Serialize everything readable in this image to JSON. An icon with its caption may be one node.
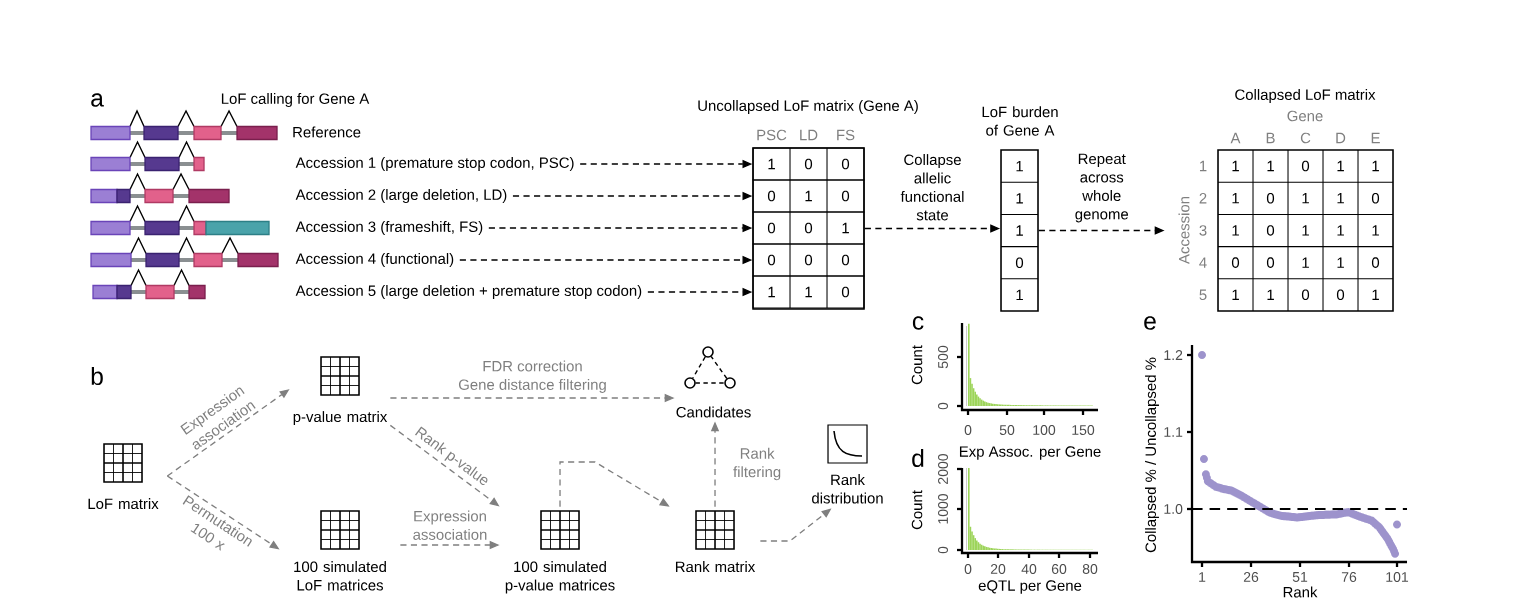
{
  "diagram": {
    "nodes": [
      {
        "text": [
          "Accession 1 (premature stop codon, PSC)"
        ]
      },
      {
        "text": [
          "Accession 2 (large deletion, LD)"
        ]
      },
      {
        "text": [
          "Accession 3 (frameshift, FS)"
        ]
      },
      {
        "text": [
          "Accession 4 (functional)"
        ]
      },
      {
        "text": [
          "Accession 5 (large deletion + premature stop codon)"
        ]
      },
      {
        "text": [
          "Uncollapsed LoF matrix (Gene A)",
          "PSC",
          "LD",
          "FS"
        ]
      },
      {
        "text": [
          "1",
          "0",
          "0"
        ],
        "in": 5
      },
      {
        "text": [
          "0",
          "1",
          "0"
        ],
        "in": 5
      },
      {
        "text": [
          "0",
          "0",
          "1"
        ],
        "in": 5
      },
      {
        "text": [
          "0",
          "0",
          "0"
        ],
        "in": 5
      },
      {
        "text": [
          "1",
          "1",
          "0"
        ],
        "in": 5
      },
      {
        "text": [
          "LoF burden of Gene A",
          "1",
          "1",
          "1",
          "0",
          "1"
        ]
      },
      {
        "text": [
          "Collapsed LoF matrix",
          "Gene",
          "A",
          "B",
          "C",
          "D",
          "E",
          "Accession",
          "1",
          "2",
          "3",
          "4",
          "5",
          "1",
          "1",
          "0",
          "1",
          "1",
          "1",
          "0",
          "1",
          "1",
          "0",
          "1",
          "0",
          "1",
          "1",
          "1",
          "0",
          "0",
          "1",
          "1",
          "0",
          "1",
          "1",
          "0",
          "0",
          "1"
        ]
      },
      {
        "text": [
          "LoF matrix"
        ]
      },
      {
        "text": [
          "p-value matrix"
        ]
      },
      {
        "text": [
          "Candidates"
        ]
      },
      {
        "text": [
          "100 simulated LoF matrices"
        ]
      },
      {
        "text": [
          "100 simulated p-value matrices"
        ]
      },
      {
        "text": [
          "Rank matrix"
        ]
      },
      {
        "text": [
          "Rank distribution"
        ]
      }
    ],
    "edges": [
      {
        "from": 0,
        "to": 6,
        "arrow": "to",
        "color": "#000000"
      },
      {
        "from": 1,
        "to": 7,
        "arrow": "to",
        "color": "#000000"
      },
      {
        "from": 2,
        "to": 8,
        "arrow": "to",
        "color": "#000000"
      },
      {
        "from": 3,
        "to": 9,
        "arrow": "to",
        "color": "#000000"
      },
      {
        "from": 4,
        "to": 10,
        "arrow": "to",
        "color": "#000000"
      },
      {
        "from": 5,
        "to": 11,
        "arrow": "to",
        "label": "Collapse allelic functional state",
        "color": "#000000"
      },
      {
        "from": 11,
        "to": 12,
        "arrow": "to",
        "label": "Repeat across whole genome",
        "color": "#000000"
      },
      {
        "from": 13,
        "to": 14,
        "arrow": "to",
        "label": "Expression association"
      },
      {
        "from": 13,
        "to": 16,
        "arrow": "to",
        "label": "Permutation 100 x"
      },
      {
        "from": 14,
        "to": 15,
        "arrow": "to",
        "label": "FDR correction Gene distance filtering"
      },
      {
        "from": 14,
        "to": 17,
        "arrow": "to",
        "label": "Rank p-value"
      },
      {
        "from": 16,
        "to": 17,
        "arrow": "to",
        "label": "Expression association"
      },
      {
        "from": 17,
        "to": 18,
        "arrow": "to"
      },
      {
        "from": 18,
        "to": 15,
        "arrow": "to",
        "label": "Rank filtering"
      },
      {
        "from": 18,
        "to": 19,
        "arrow": "to"
      }
    ],
    "labels": [
      "a",
      "LoF calling for Gene A",
      "Reference",
      "b",
      "c",
      "Count",
      "500",
      "0",
      "0",
      "50",
      "100",
      "150",
      "d",
      "Exp Assoc. per Gene",
      "Count",
      "0",
      "1000",
      "2000",
      "0",
      "20",
      "40",
      "60",
      "80",
      "eQTL per Gene",
      "e",
      "Collapsed % / Uncollapsed %",
      "1.2",
      "1.1",
      "1.0",
      "1",
      "26",
      "51",
      "76",
      "101",
      "Rank"
    ]
  }
}
